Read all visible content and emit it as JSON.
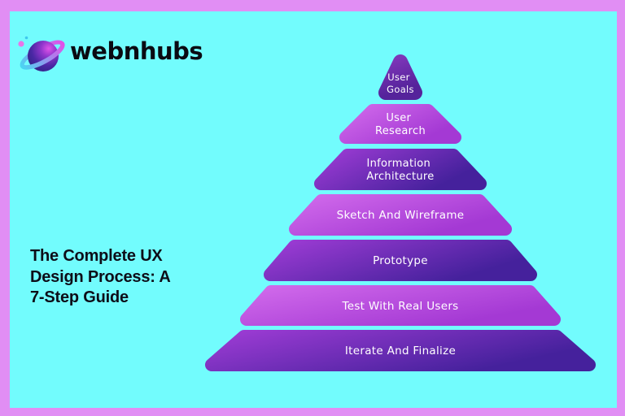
{
  "frame": {
    "border_color": "#E18EF4",
    "background_color": "#72FCFD"
  },
  "logo": {
    "brand_name": "webnhubs",
    "icon": "planet-icon",
    "icon_colors": {
      "sphere_magenta": "#DF54E8",
      "sphere_purple": "#9136CC",
      "sphere_indigo": "#4A28A4",
      "sphere_dark": "#2C2380",
      "ring_cyan": "#49D6F2",
      "ring_magenta": "#E44FE8",
      "dot_pink": "#E876E8",
      "dot_cyan": "#3FC8EE"
    }
  },
  "title": {
    "lines": [
      "The Complete UX",
      "Design Process: A",
      "7-Step Guide"
    ],
    "color": "#0D0D18"
  },
  "pyramid": {
    "label_color": "#FFFFFF",
    "apex_gradient": [
      "#7D36B8",
      "#55239B"
    ],
    "dark_gradient": [
      "#9B3BD3",
      "#45219C"
    ],
    "light_gradient": [
      "#CF68EA",
      "#A439D4"
    ],
    "layers": [
      {
        "step": 1,
        "name": "User Goals",
        "line1": "User",
        "line2": "Goals",
        "tone": "dark"
      },
      {
        "step": 2,
        "name": "User Research",
        "line1": "User",
        "line2": "Research",
        "tone": "light"
      },
      {
        "step": 3,
        "name": "Information Architecture",
        "line1": "Information",
        "line2": "Architecture",
        "tone": "dark"
      },
      {
        "step": 4,
        "name": "Sketch And Wireframe",
        "line1": "Sketch And Wireframe",
        "line2": "",
        "tone": "light"
      },
      {
        "step": 5,
        "name": "Prototype",
        "line1": "Prototype",
        "line2": "",
        "tone": "dark"
      },
      {
        "step": 6,
        "name": "Test With Real Users",
        "line1": "Test With Real Users",
        "line2": "",
        "tone": "light"
      },
      {
        "step": 7,
        "name": "Iterate And Finalize",
        "line1": "Iterate And Finalize",
        "line2": "",
        "tone": "dark"
      }
    ]
  }
}
